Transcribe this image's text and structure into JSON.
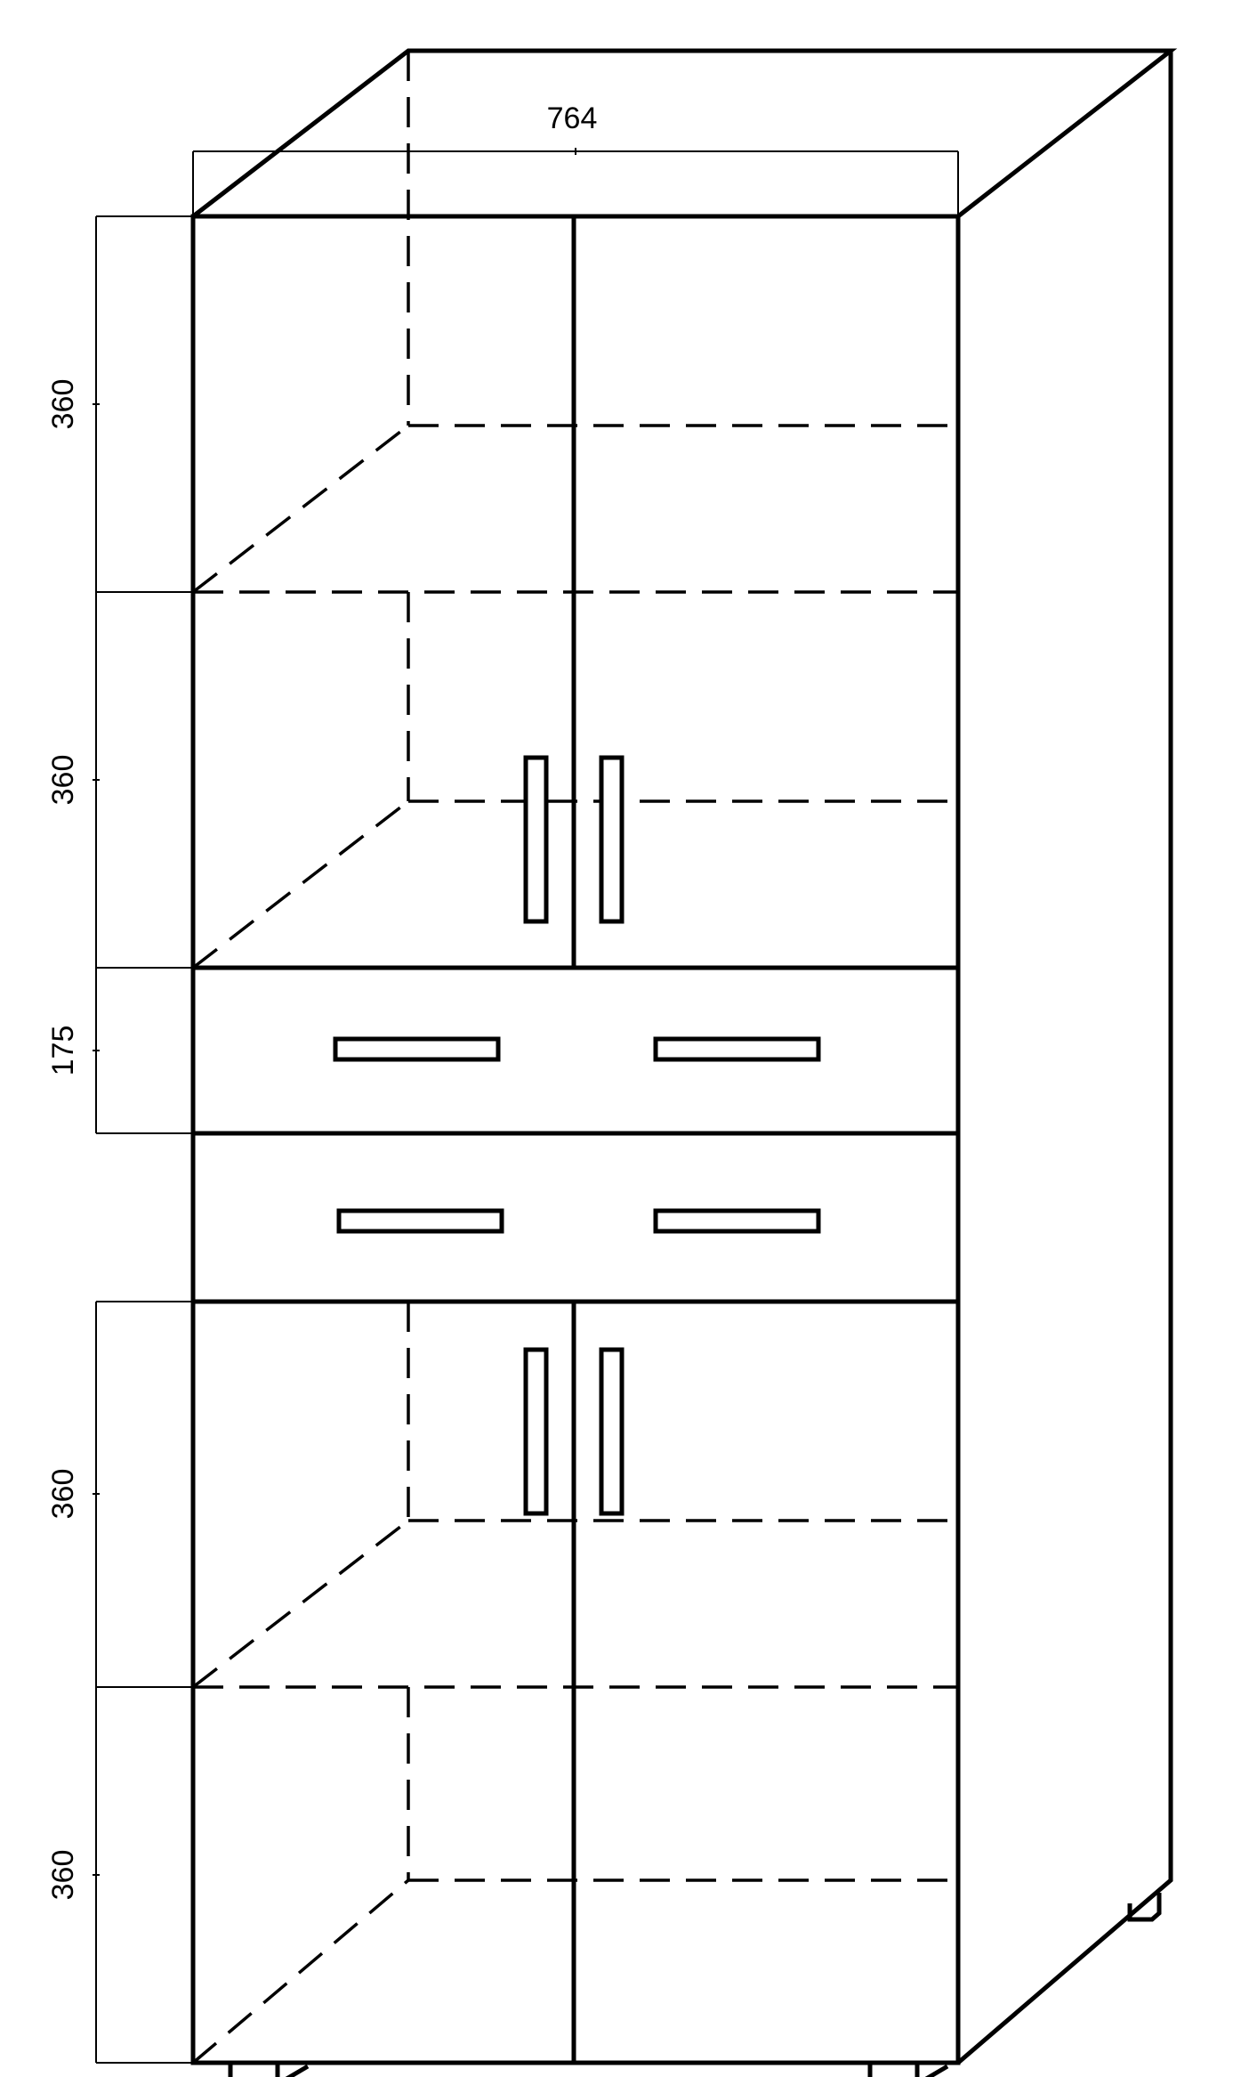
{
  "dimensions": {
    "width": "764",
    "heights": [
      "360",
      "360",
      "175",
      "360",
      "360"
    ]
  },
  "colors": {
    "line": "#000000",
    "background": "#ffffff"
  }
}
